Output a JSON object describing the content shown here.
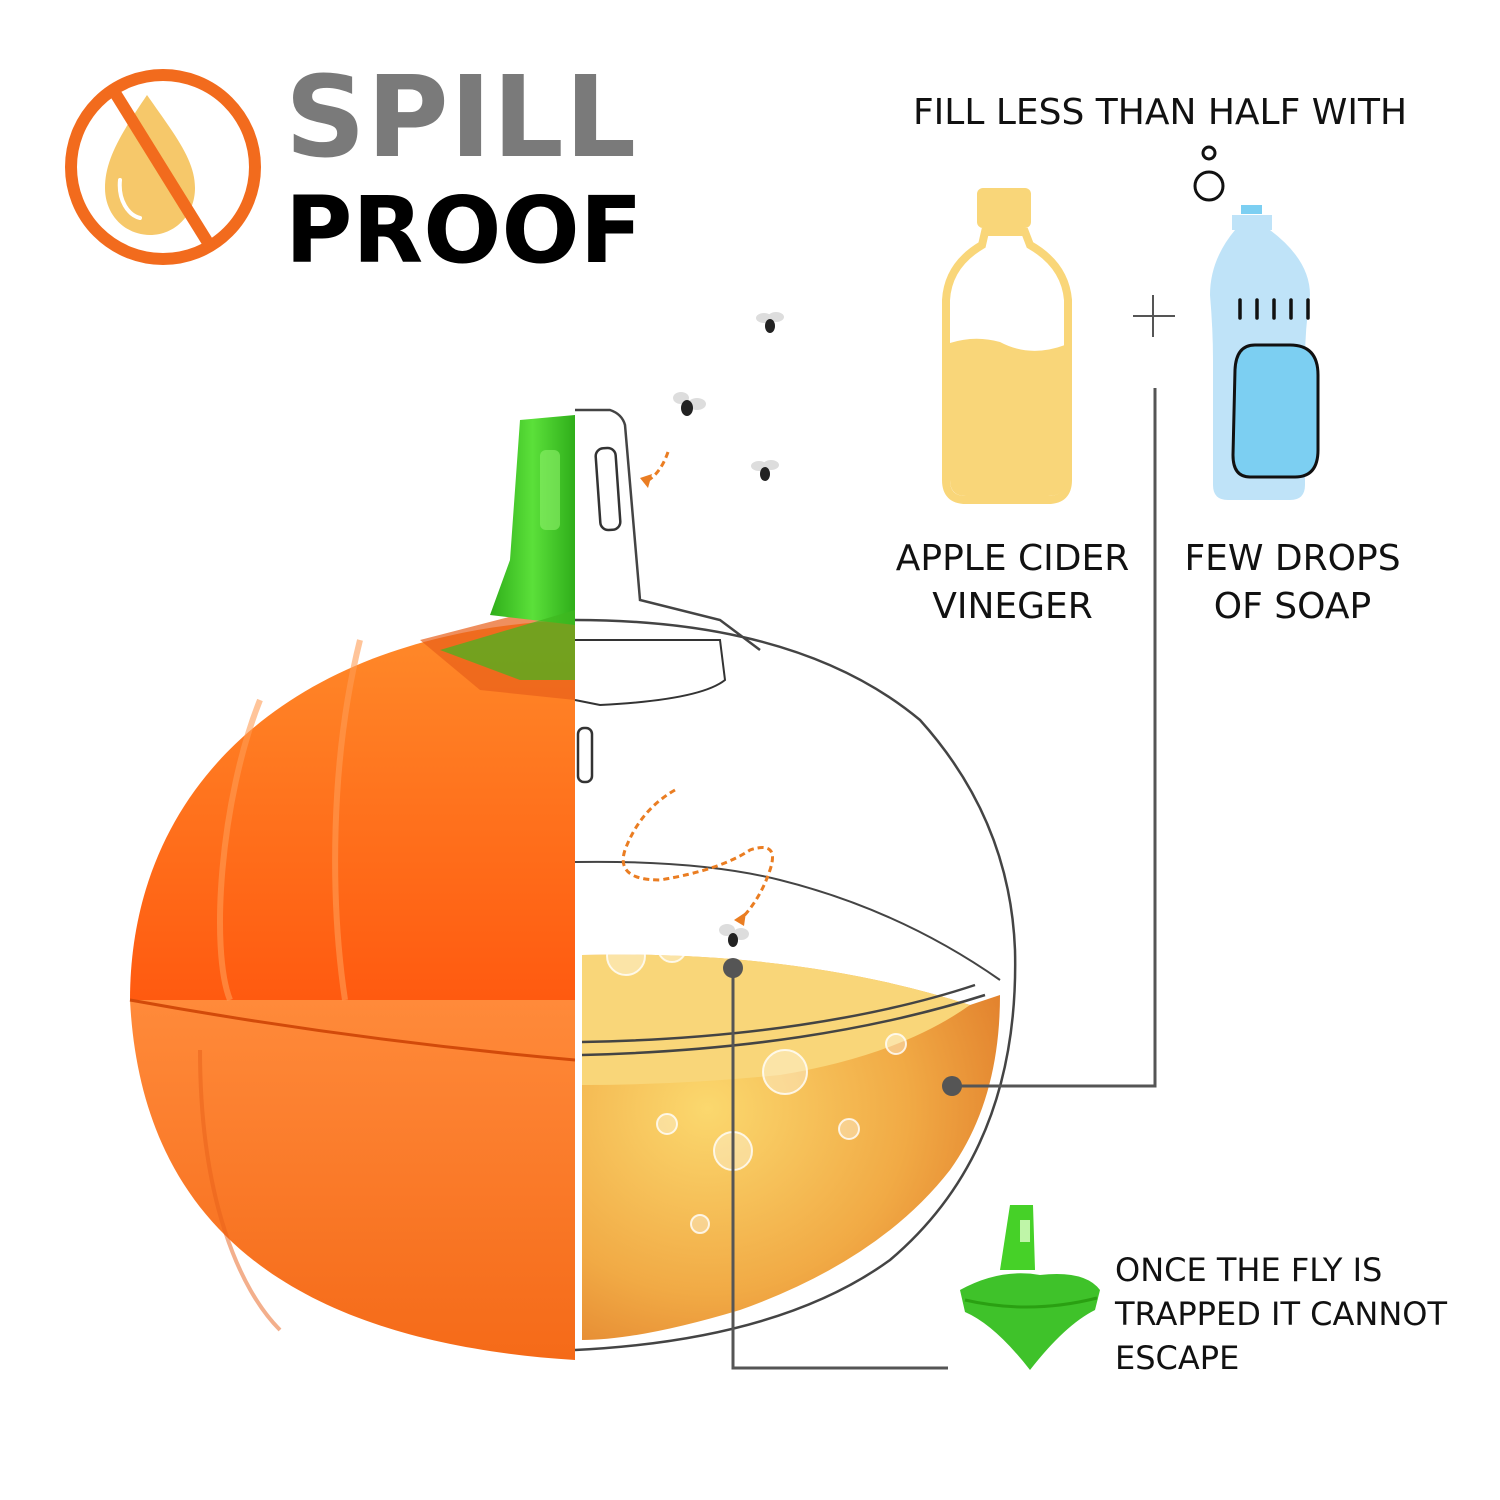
{
  "header": {
    "title_line1": "SPILL",
    "title_line2": "PROOF",
    "icon": "no-spill-drop-icon"
  },
  "instructions": {
    "fill_label": "FILL LESS THAN HALF WITH",
    "ingredient1": {
      "line1": "APPLE CIDER",
      "line2": "VINEGER",
      "icon": "vinegar-bottle-icon"
    },
    "ingredient2": {
      "line1": "FEW DROPS",
      "line2": "OF SOAP",
      "icon": "soap-bottle-icon"
    },
    "joiner": "+"
  },
  "trap_note": {
    "line1": "ONCE THE FLY IS",
    "line2": "TRAPPED IT CANNOT",
    "line3": "ESCAPE"
  },
  "colors": {
    "orange": "#f26b1d",
    "drop_yellow": "#f6c86a",
    "vinegar": "#f9d679",
    "soap_light": "#bfe3f8",
    "soap_dark": "#7ccff2",
    "green": "#3fc22a",
    "title_gray": "#7a7a7a",
    "line_gray": "#555555"
  }
}
